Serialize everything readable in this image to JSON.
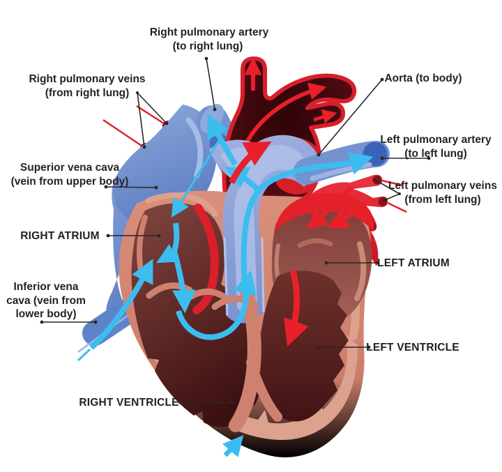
{
  "diagram": {
    "kind": "heart-blood-flow-diagram",
    "labels": {
      "right_pulmonary_artery": {
        "lines": [
          "Right pulmonary artery",
          "(to right lung)"
        ]
      },
      "right_pulmonary_veins": {
        "lines": [
          "Right pulmonary veins",
          "(from right lung)"
        ]
      },
      "superior_vena_cava": {
        "lines": [
          "Superior vena cava",
          "(vein from upper body)"
        ]
      },
      "right_atrium": {
        "lines": [
          "RIGHT ATRIUM"
        ]
      },
      "inferior_vena_cava": {
        "lines": [
          "Inferior vena",
          "cava (vein from",
          "lower body)"
        ]
      },
      "right_ventricle": {
        "lines": [
          "RIGHT VENTRICLE"
        ]
      },
      "aorta": {
        "lines": [
          "Aorta (to body)"
        ]
      },
      "left_pulmonary_artery": {
        "lines": [
          "Left pulmonary artery",
          "(to left lung)"
        ]
      },
      "left_pulmonary_veins": {
        "lines": [
          "Left pulmonary veins",
          "(from left lung)"
        ]
      },
      "left_atrium": {
        "lines": [
          "LEFT ATRIUM"
        ]
      },
      "left_ventricle": {
        "lines": [
          "LEFT VENTRICLE"
        ]
      }
    },
    "colors": {
      "background": "#ffffff",
      "label_text": "#262223",
      "connector_line": "#2a2627",
      "bright_red_flow": "#e8202a",
      "pulmonary_vein_red": "#e2212b",
      "aorta_dark_maroon": "#46080d",
      "vessel_blue": "#7292d0",
      "vessel_blue_dark": "#3a63b8",
      "flow_cyan": "#3cbdf0",
      "heart_wall_pink": "#cf8170",
      "inner_wall_light": "#dca28e",
      "chamber_dark_maroon": "#451515",
      "left_atrium_brown": "#9a554e",
      "vein_tip_dark": "#8c1119"
    }
  }
}
